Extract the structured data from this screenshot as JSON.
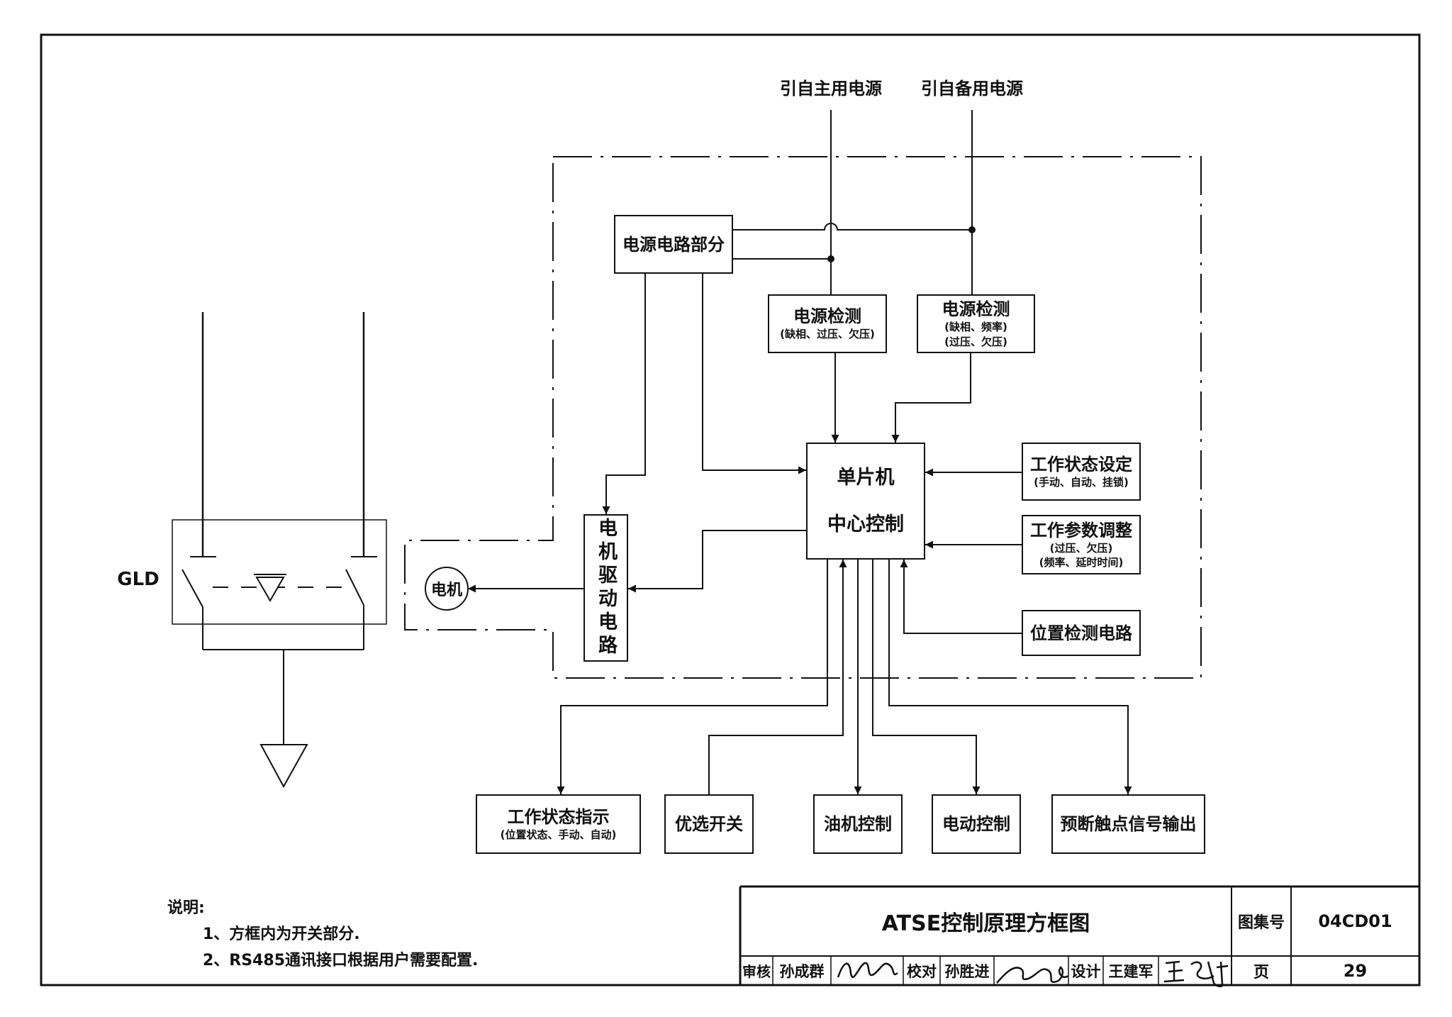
{
  "sources": {
    "main": "引自主用电源",
    "standby": "引自备用电源"
  },
  "blocks": {
    "power_circuit": "电源电路部分",
    "detect_main": {
      "title": "电源检测",
      "note": "(缺相、过压、欠压)"
    },
    "detect_standby": {
      "title": "电源检测",
      "note1": "(缺相、频率)",
      "note2": "(过压、欠压)"
    },
    "mcu": {
      "line1": "单片机",
      "line2": "中心控制"
    },
    "state_setting": {
      "title": "工作状态设定",
      "note": "(手动、自动、挂锁)"
    },
    "param_adjust": {
      "title": "工作参数调整",
      "note1": "(过压、欠压)",
      "note2": "(频率、延时时间)"
    },
    "position_detect": "位置检测电路",
    "motor_driver": "电机驱动电路",
    "motor": "电机",
    "status_indicator": {
      "title": "工作状态指示",
      "note": "(位置状态、手动、自动)"
    },
    "preferred_switch": "优选开关",
    "genset_control": "油机控制",
    "electric_control": "电动控制",
    "pre_break_output": "预断触点信号输出"
  },
  "gld_label": "GLD",
  "notes": {
    "heading": "说明:",
    "items": [
      "1、方框内为开关部分.",
      "2、RS485通讯接口根据用户需要配置."
    ]
  },
  "title_block": {
    "title": "ATSE控制原理方框图",
    "atlas_label": "图集号",
    "atlas_no": "04CD01",
    "review_label": "审核",
    "reviewer": "孙成群",
    "check_label": "校对",
    "checker": "孙胜进",
    "design_label": "设计",
    "designer": "王建军",
    "page_label": "页",
    "page_no": "29"
  }
}
